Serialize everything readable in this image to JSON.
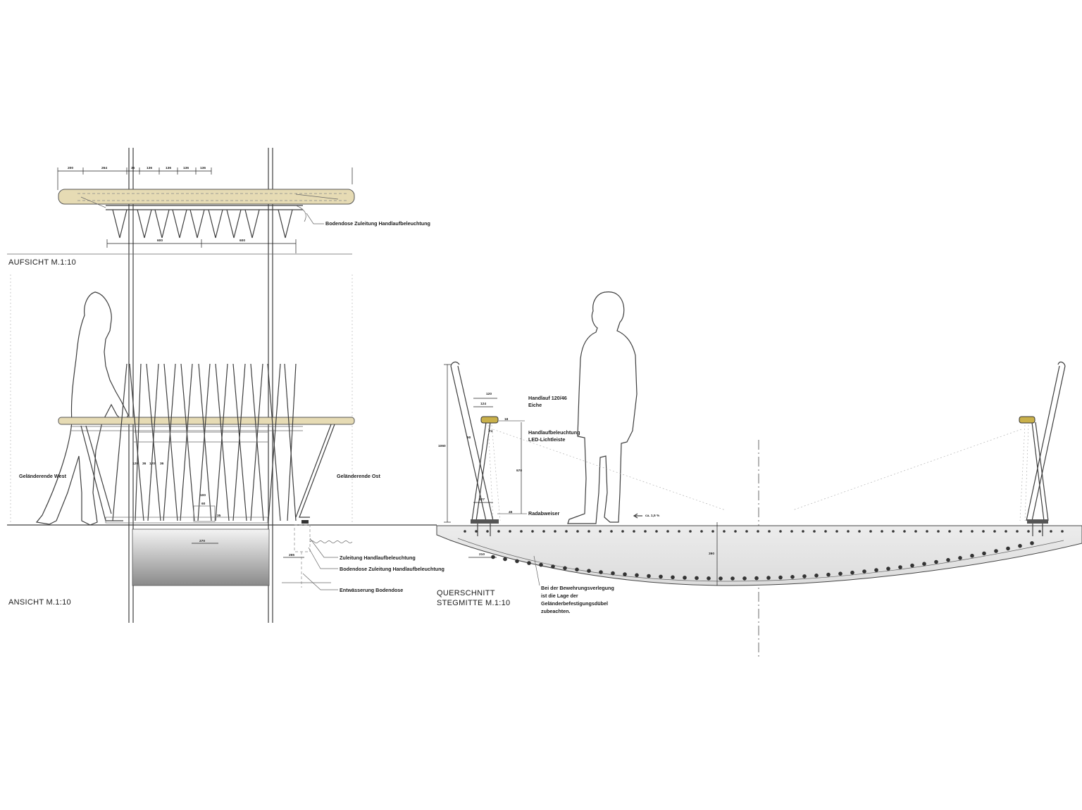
{
  "views": {
    "aufsicht": "AUFSICHT  M.1:10",
    "ansicht": "ANSICHT    M.1:10",
    "querschnitt_1": "QUERSCHNITT",
    "querschnitt_2": "STEGMITTE  M.1:10"
  },
  "notes": {
    "bodendose_top": "Bodendose Zuleitung Handlaufbeleuchtung",
    "gelaenderende_west": "Geländerende  West",
    "gelaenderende_ost": "Geländerende  Ost",
    "zuleitung": "Zuleitung Handlaufbeleuchtung",
    "bodendose_bottom": "Bodendose Zuleitung Handlaufbeleuchtung",
    "entwaesserung": "Entwässerung Bodendose",
    "handlauf_1": "Handlauf  120/46",
    "handlauf_2": "Eiche",
    "beleuchtung_1": "Handlaufbeleuchtung",
    "beleuchtung_2": "LED-Lichtleiste",
    "radabweiser": "Radabweiser",
    "slope": "ca. 1,5 %",
    "bewehrung_1": "Bei  der Bewehrungsverlegung",
    "bewehrung_2": "ist die Lage der",
    "bewehrung_3": "Geländerbefestigungsdübel",
    "bewehrung_4": "zubeachten."
  },
  "dimensions": {
    "top_chain": [
      "200",
      "264",
      "36",
      "136",
      "136",
      "136",
      "136"
    ],
    "top_bottom": [
      "600",
      "600"
    ],
    "ansicht": [
      "120",
      "36",
      "120",
      "36",
      "100",
      "60",
      "35",
      "270",
      "265"
    ],
    "section": [
      "120",
      "124",
      "18",
      "74",
      "50",
      "1060",
      "970",
      "127",
      "45",
      "210",
      "390"
    ]
  },
  "colors": {
    "wood": "#e6dbb4",
    "lamp": "#c9b04a",
    "ink": "#2a2a2a",
    "void_dark": "#8a8a8a",
    "deck_fill": "#e9e9e9"
  }
}
